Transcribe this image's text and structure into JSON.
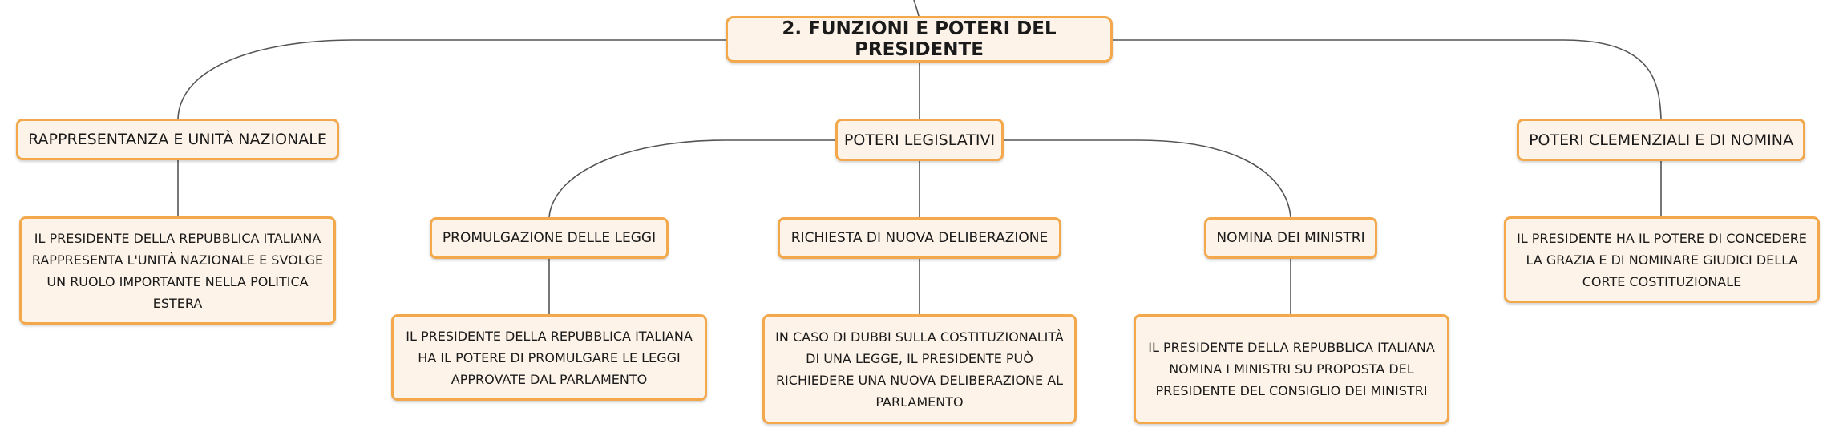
{
  "root": {
    "label": "2. FUNZIONI E POTERI DEL PRESIDENTE"
  },
  "branches": [
    {
      "label": "RAPPRESENTANZA E UNITÀ NAZIONALE",
      "detail": "IL PRESIDENTE DELLA REPUBBLICA ITALIANA RAPPRESENTA L'UNITÀ NAZIONALE E SVOLGE UN RUOLO IMPORTANTE NELLA POLITICA ESTERA"
    },
    {
      "label": "POTERI LEGISLATIVI",
      "children": [
        {
          "label": "PROMULGAZIONE DELLE LEGGI",
          "detail": "IL PRESIDENTE DELLA REPUBBLICA ITALIANA HA IL POTERE DI PROMULGARE LE LEGGI APPROVATE DAL PARLAMENTO"
        },
        {
          "label": "RICHIESTA DI NUOVA DELIBERAZIONE",
          "detail": "IN CASO DI DUBBI SULLA COSTITUZIONALITÀ DI UNA LEGGE, IL PRESIDENTE PUÒ RICHIEDERE UNA NUOVA DELIBERAZIONE AL PARLAMENTO"
        },
        {
          "label": "NOMINA DEI MINISTRI",
          "detail": "IL PRESIDENTE DELLA REPUBBLICA ITALIANA NOMINA I MINISTRI SU PROPOSTA DEL PRESIDENTE DEL CONSIGLIO DEI MINISTRI"
        }
      ]
    },
    {
      "label": "POTERI CLEMENZIALI E DI NOMINA",
      "detail": "IL PRESIDENTE HA IL POTERE DI CONCEDERE LA GRAZIA E DI NOMINARE GIUDICI DELLA CORTE COSTITUZIONALE"
    }
  ],
  "colors": {
    "node_fill": "#fdf3e8",
    "node_border": "#f3a94b",
    "connector": "#555555"
  }
}
